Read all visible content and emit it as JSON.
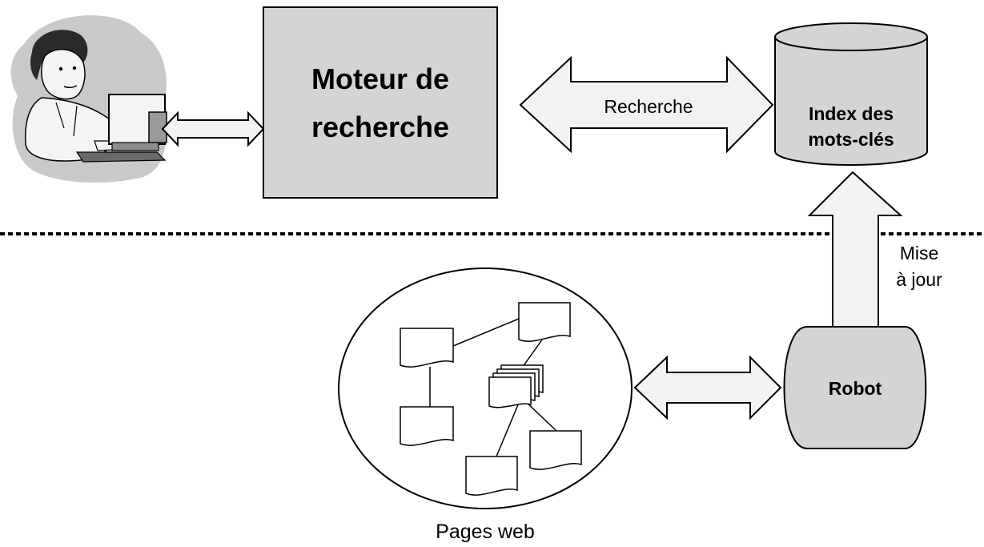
{
  "nodes": {
    "search_engine": {
      "line1": "Moteur de",
      "line2": "recherche"
    },
    "keyword_index": {
      "line1": "Index des",
      "line2": "mots-clés"
    },
    "robot": {
      "label": "Robot"
    },
    "web_pages": {
      "caption": "Pages web"
    }
  },
  "edges": {
    "search": {
      "label": "Recherche"
    },
    "update": {
      "line1": "Mise",
      "line2": "à jour"
    }
  },
  "colors": {
    "shape_fill": "#d4d4d4",
    "arrow_fill": "#f2f2f2",
    "user_blob": "#c9c9c9",
    "stroke": "#000000"
  }
}
